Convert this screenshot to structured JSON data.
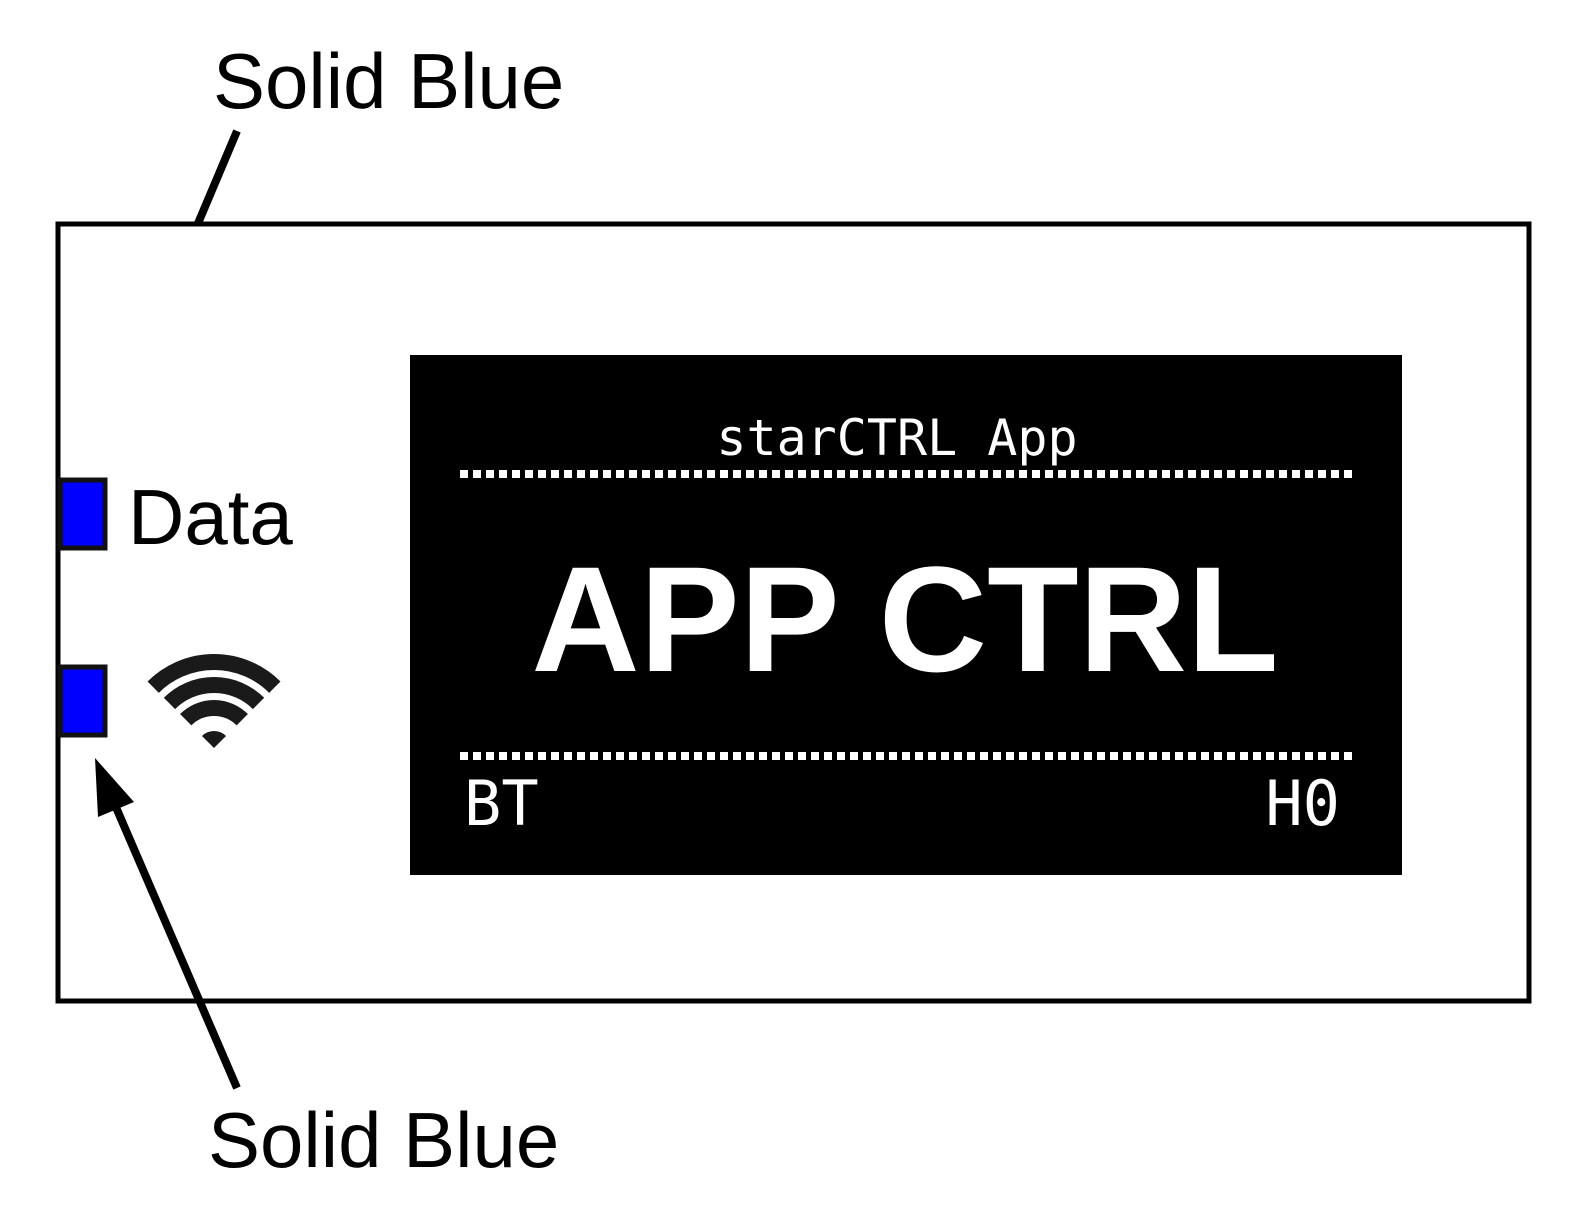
{
  "annotations": {
    "top_label": "Solid Blue",
    "bottom_label": "Solid Blue"
  },
  "device": {
    "data_label": "Data",
    "led_color": "#0000ff",
    "indicators": [
      {
        "name": "data-led",
        "color": "#0000ff"
      },
      {
        "name": "wifi-led",
        "color": "#0000ff",
        "icon": "wifi-icon"
      }
    ]
  },
  "screen": {
    "title": "starCTRL App",
    "mode": "APP CTRL",
    "bottom_left": "BT",
    "bottom_right": "H0"
  }
}
